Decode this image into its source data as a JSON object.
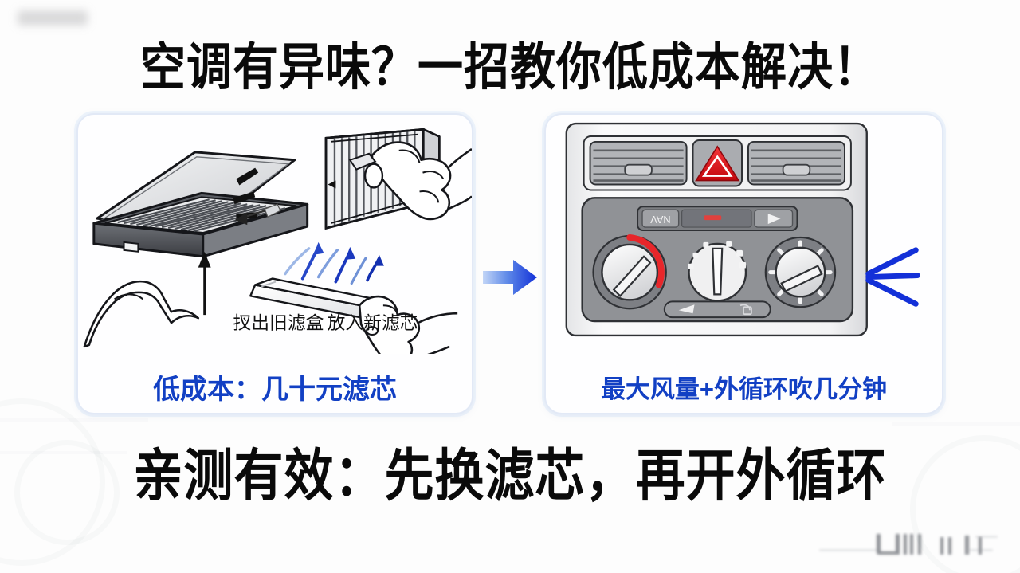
{
  "headline": "空调有异味？一招教你低成本解决！",
  "footline": "亲测有效：先换滤芯，再开外循环",
  "accent_color": "#1240c4",
  "text_color": "#0a0a0a",
  "background_color": "#fdfdfd",
  "cards": [
    {
      "id": "filter-replacement-card",
      "illustration": "air-filter-replacement-illustration",
      "labels": [
        {
          "name": "pull-out-old-filter-box-label",
          "text": "扠出旧滤盒"
        },
        {
          "name": "insert-new-filter-label",
          "text": "放入新滤芯"
        }
      ],
      "caption": "低成本：几十元滤芯"
    },
    {
      "id": "ac-panel-card",
      "illustration": "car-ac-control-panel-illustration",
      "labels": [],
      "caption": "最大风量+外循环吹几分钟",
      "panel": {
        "hazard_button": "hazard-warning-triangle",
        "radio_display_left_label": "NAV",
        "radio_display_play_icon": "play-triangle-icon",
        "knobs": [
          {
            "name": "temperature-knob",
            "arc_color": "#e8262a"
          },
          {
            "name": "air-distribution-knob",
            "arc_color": "#ffffff"
          },
          {
            "name": "fan-speed-knob",
            "arc_color": "#ffffff"
          }
        ],
        "recirculation_icon": "air-recirculation-arrow-icon",
        "rear-defog_icon": "rear-window-defog-icon",
        "airflow_rays": "blue-airflow-rays"
      }
    }
  ],
  "mid_arrow": {
    "name": "step-transition-arrow",
    "icon": "right-arrow-icon",
    "color_from": "#a8c4f2",
    "color_to": "#1130d8"
  },
  "watermarks": {
    "top_left": "blurred-logo-watermark",
    "bottom_right": "blurred-text-watermark"
  }
}
